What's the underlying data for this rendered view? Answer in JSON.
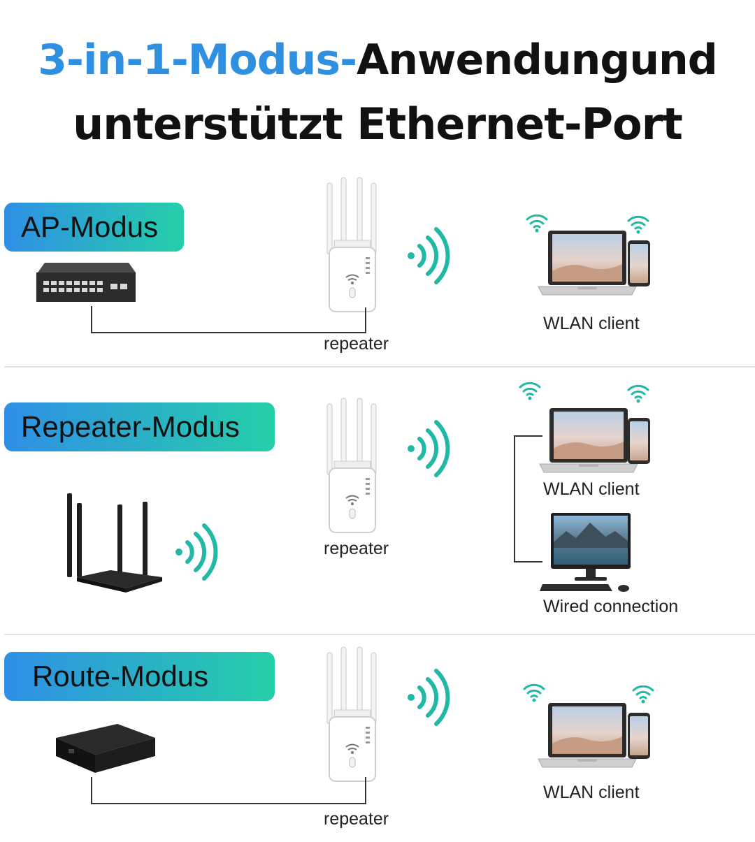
{
  "title": {
    "highlight": "3-in-1-Modus-",
    "line1_rest": "Anwendungund",
    "line2": "unterstützt Ethernet-Port"
  },
  "sections": [
    {
      "mode": "AP-Modus",
      "repeater_label": "repeater",
      "client_labels": [
        "WLAN client"
      ]
    },
    {
      "mode": "Repeater-Modus",
      "repeater_label": "repeater",
      "client_labels": [
        "WLAN client",
        "Wired connection"
      ]
    },
    {
      "mode": "Route-Modus",
      "repeater_label": "repeater",
      "client_labels": [
        "WLAN client"
      ]
    }
  ],
  "colors": {
    "accent_blue": "#2f8fe0",
    "badge_start": "#2f8fe6",
    "badge_end": "#25cfa9",
    "signal": "#22b8a6"
  },
  "icons": [
    "network-switch-icon",
    "wifi-router-icon",
    "set-top-box-icon",
    "repeater-icon",
    "signal-waves-icon",
    "laptop-icon",
    "smartphone-icon",
    "desktop-pc-icon",
    "wifi-icon"
  ]
}
